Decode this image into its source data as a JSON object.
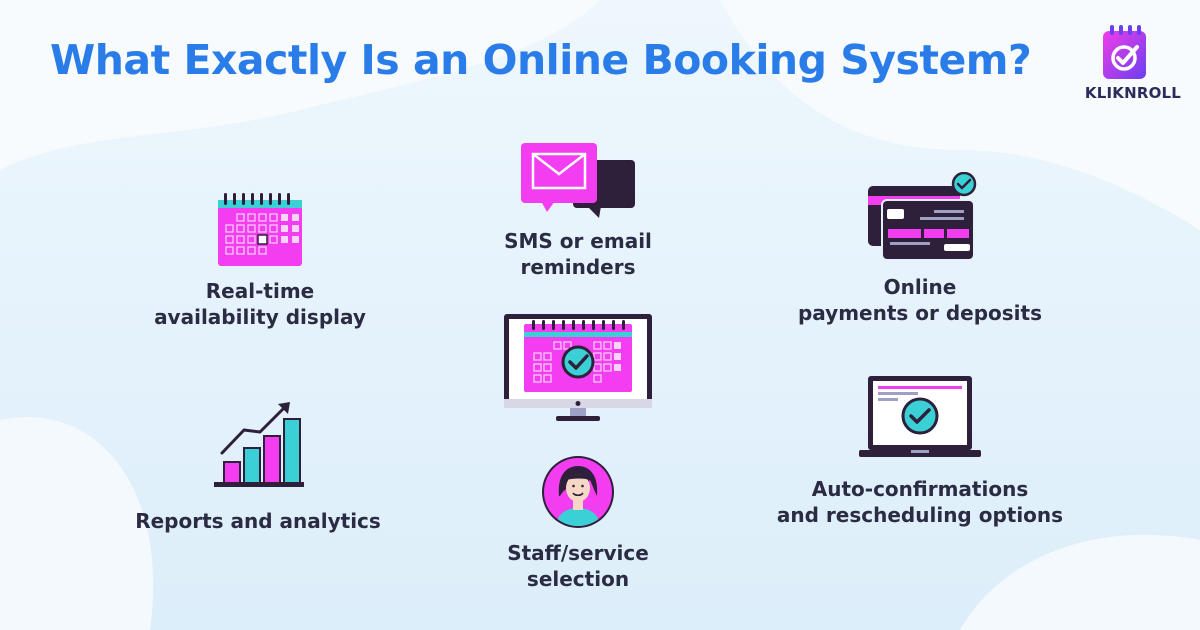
{
  "title": "What Exactly Is an Online Booking System?",
  "brand": {
    "name": "KLIKNROLL"
  },
  "colors": {
    "accent_magenta": "#f23ef0",
    "dark": "#2e1f3a",
    "teal": "#3bd0d5",
    "title_blue": "#2a7de8"
  },
  "features": {
    "realtime": {
      "icon": "calendar-icon",
      "lines": [
        "Real-time",
        "availability display"
      ]
    },
    "sms": {
      "icon": "envelope-chat-icon",
      "lines": [
        "SMS or email",
        "reminders"
      ]
    },
    "payments": {
      "icon": "credit-card-icon",
      "lines": [
        "Online",
        "payments or deposits"
      ]
    },
    "booking": {
      "icon": "monitor-calendar-icon"
    },
    "reports": {
      "icon": "bar-chart-icon",
      "lines": [
        "Reports and analytics"
      ]
    },
    "staff": {
      "icon": "staff-avatar-icon",
      "lines": [
        "Staff/service",
        "selection"
      ]
    },
    "autoconfirm": {
      "icon": "laptop-check-icon",
      "lines": [
        "Auto-confirmations",
        "and rescheduling options"
      ]
    }
  }
}
